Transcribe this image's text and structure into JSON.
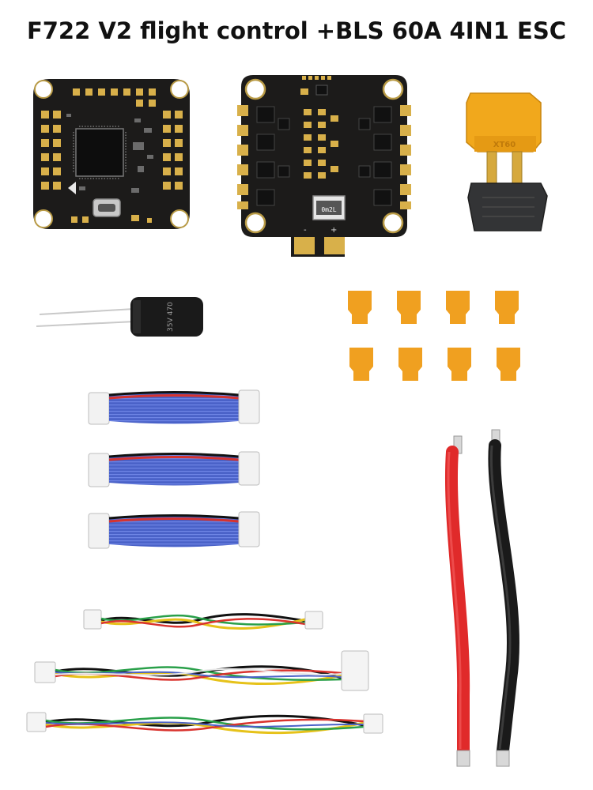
{
  "title": "F722 V2 flight control +BLS 60A 4IN1 ESC",
  "items": {
    "flight_controller": "flight-controller-board",
    "esc": "4in1-esc-board",
    "connector": "xt60-connector",
    "capacitor": "electrolytic-capacitor",
    "capacitor_marking": "35V 470",
    "xt60_marking": "XT60",
    "jumper_count": 8,
    "ribbon_cable_count": 3,
    "twisted_cable_count": 3,
    "power_wire_colors": [
      "red",
      "black"
    ]
  },
  "colors": {
    "pcb": "#1c1b1a",
    "gold_pad": "#d8b04a",
    "connector_yellow": "#f1a81c",
    "jumper_orange": "#f0a020",
    "ribbon_blue": "#4a62c8",
    "wire_red": "#e02a2a",
    "wire_black": "#1a1a1a"
  }
}
